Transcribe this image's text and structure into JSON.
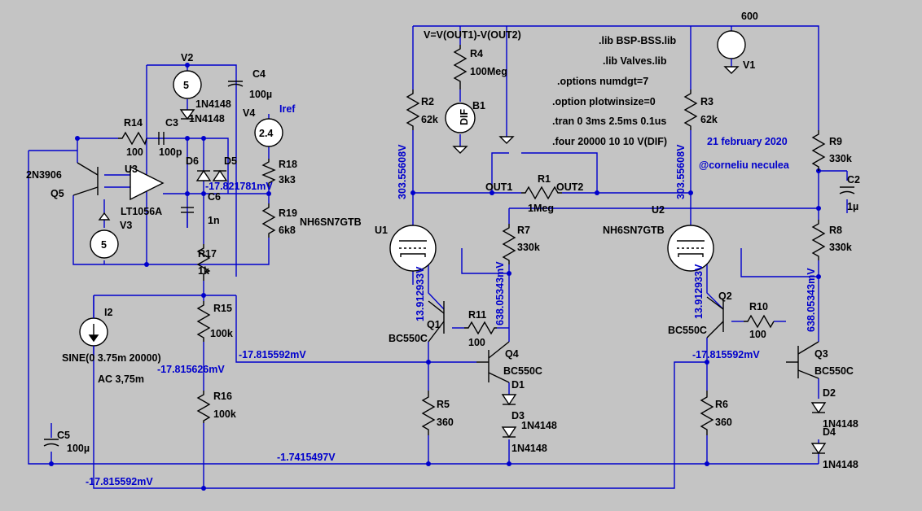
{
  "labels": {
    "v_dif_expr": "V=V(OUT1)-V(OUT2)",
    "lib1": ".lib BSP-BSS.lib",
    "lib2": ".lib Valves.lib",
    "opt1": ".options numdgt=7",
    "opt2": ".option plotwinsize=0",
    "tran": ".tran 0 3ms 2.5ms 0.1us",
    "four": ".four 20000 10 10 V(DIF)",
    "date": "21 february 2020",
    "author": "@corneliu neculea",
    "v600": "600",
    "v1": "V1",
    "v2": "V2",
    "v2val": "5",
    "v3": "V3",
    "v3val": "5",
    "v4": "V4",
    "v4val": "2.4",
    "iref": "Iref",
    "r2": "R2",
    "r2val": "62k",
    "r3": "R3",
    "r3val": "62k",
    "r4": "R4",
    "r4val": "100Meg",
    "b1": "B1",
    "dif": "DIF",
    "r1": "R1",
    "r1val": "1Meg",
    "out1": "OUT1",
    "out2": "OUT2",
    "r9": "R9",
    "r9val": "330k",
    "c2": "C2",
    "c2val": "1µ",
    "r8": "R8",
    "r8val": "330k",
    "r7": "R7",
    "r7val": "330k",
    "u1": "U1",
    "u2": "U2",
    "tube1": "NH6SN7GTB",
    "tube2": "NH6SN7GTB",
    "c4": "C4",
    "c4val": "100µ",
    "d_1n4148a": "1N4148",
    "d_1n4148b": "1N4148",
    "r14": "R14",
    "r14val": "100",
    "c3": "C3",
    "c3val": "100p",
    "d6": "D6",
    "d5": "D5",
    "u3": "U3",
    "opamp": "LT1056A",
    "q5": "Q5",
    "q5type": "2N3906",
    "c6": "C6",
    "c6val": "1n",
    "r18": "R18",
    "r18val": "3k3",
    "r19": "R19",
    "r19val": "6k8",
    "r17": "R17",
    "r17val": "1k",
    "r15": "R15",
    "r15val": "100k",
    "r16": "R16",
    "r16val": "100k",
    "i2": "I2",
    "i2sine": "SINE(0 3.75m 20000)",
    "i2ac": "AC 3,75m",
    "c5": "C5",
    "c5val": "100µ",
    "q1": "Q1",
    "q1type": "BC550C",
    "q4": "Q4",
    "q4type": "BC550C",
    "q2": "Q2",
    "q2type": "BC550C",
    "q3": "Q3",
    "q3type": "BC550C",
    "r11": "R11",
    "r11val": "100",
    "r10": "R10",
    "r10val": "100",
    "r5": "R5",
    "r5val": "360",
    "r6": "R6",
    "r6val": "360",
    "d1": "D1",
    "d3": "D3",
    "d1n": "1N4148",
    "d2": "D2",
    "d4": "D4",
    "d2n": "1N4148",
    "d4n": "1N4148",
    "d3n": "1N4148"
  },
  "node_voltages": {
    "v_r2_top": "303.55608V",
    "v_r3_top": "303.55608V",
    "v_cathode1": "13.912933V",
    "v_cathode2": "13.912933V",
    "v_q4c": "638.05343mV",
    "v_q3c": "638.05343mV",
    "v_opamp_out": "-17.821781mV",
    "v_base_mid": "-17.815592mV",
    "v_base_right": "-17.815592mV",
    "v_r15": "-17.815626mV",
    "v_gnd_rail": "-1.7415497V",
    "v_bottom": "-17.815592mV"
  }
}
